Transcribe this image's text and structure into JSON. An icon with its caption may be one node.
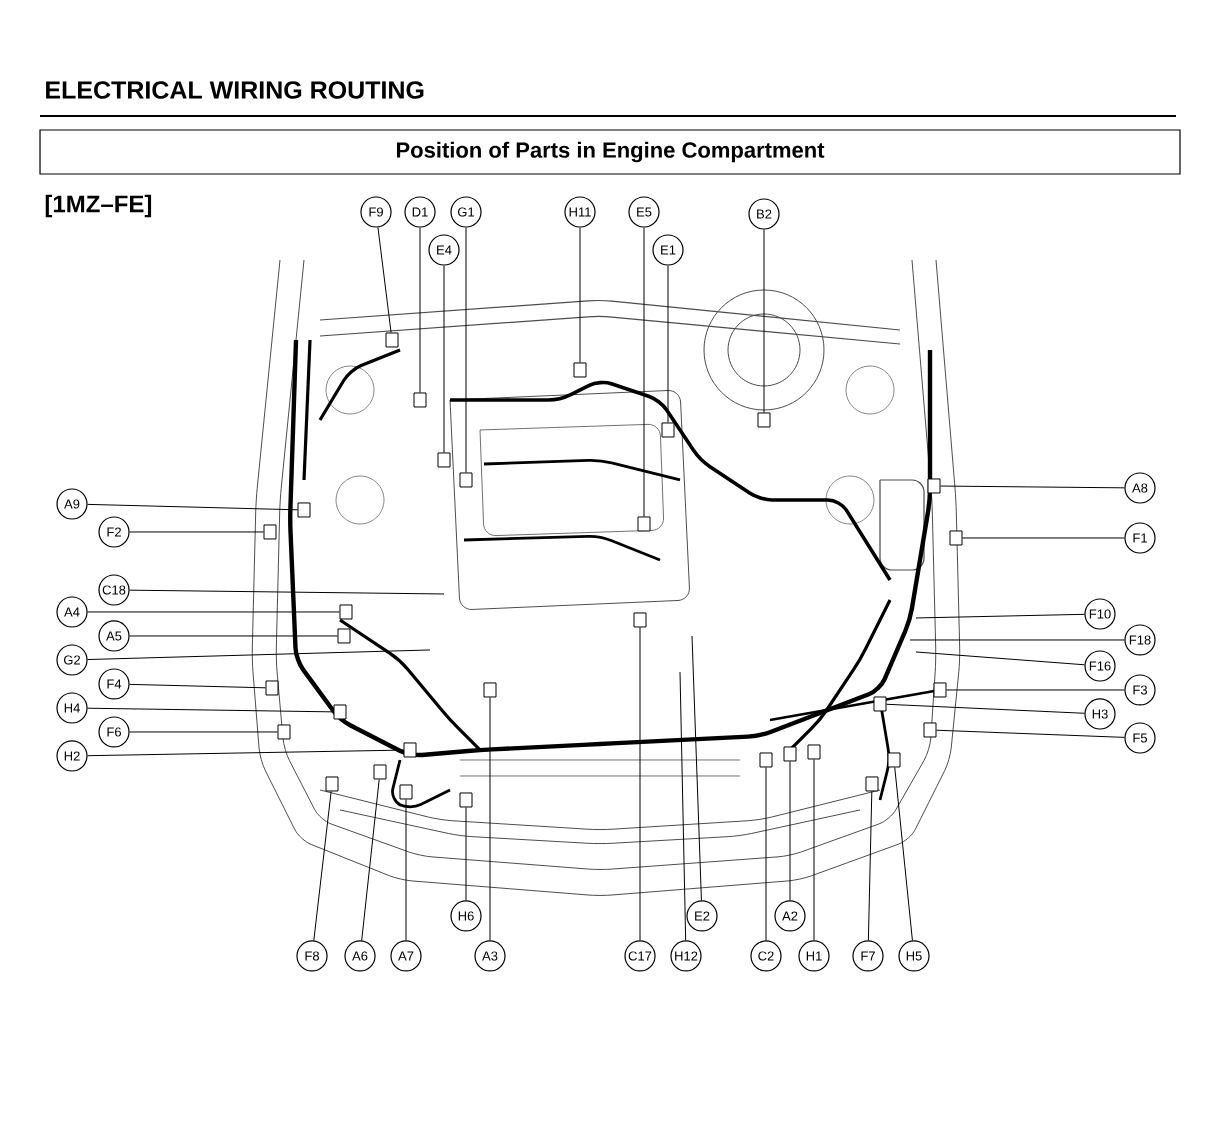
{
  "diagram": {
    "title": "ELECTRICAL WIRING ROUTING",
    "nodes": [
      {
        "text": [
          "Position of Parts in Engine Compartment"
        ]
      },
      {
        "text": [
          "F9"
        ]
      },
      {
        "text": [
          "D1"
        ]
      },
      {
        "text": [
          "G1"
        ]
      },
      {
        "text": [
          "E4"
        ]
      },
      {
        "text": [
          "H11"
        ]
      },
      {
        "text": [
          "E5"
        ]
      },
      {
        "text": [
          "E1"
        ]
      },
      {
        "text": [
          "B2"
        ]
      },
      {
        "text": [
          "A9"
        ]
      },
      {
        "text": [
          "F2"
        ]
      },
      {
        "text": [
          "C18"
        ]
      },
      {
        "text": [
          "A4"
        ]
      },
      {
        "text": [
          "A5"
        ]
      },
      {
        "text": [
          "G2"
        ]
      },
      {
        "text": [
          "F4"
        ]
      },
      {
        "text": [
          "H4"
        ]
      },
      {
        "text": [
          "F6"
        ]
      },
      {
        "text": [
          "H2"
        ]
      },
      {
        "text": [
          "A8"
        ]
      },
      {
        "text": [
          "F1"
        ]
      },
      {
        "text": [
          "F10"
        ]
      },
      {
        "text": [
          "F18"
        ]
      },
      {
        "text": [
          "F16"
        ]
      },
      {
        "text": [
          "F3"
        ]
      },
      {
        "text": [
          "H3"
        ]
      },
      {
        "text": [
          "F5"
        ]
      },
      {
        "text": [
          "H6"
        ]
      },
      {
        "text": [
          "E2"
        ]
      },
      {
        "text": [
          "A2"
        ]
      },
      {
        "text": [
          "F8"
        ]
      },
      {
        "text": [
          "A6"
        ]
      },
      {
        "text": [
          "A7"
        ]
      },
      {
        "text": [
          "A3"
        ]
      },
      {
        "text": [
          "C17"
        ]
      },
      {
        "text": [
          "H12"
        ]
      },
      {
        "text": [
          "C2"
        ]
      },
      {
        "text": [
          "H1"
        ]
      },
      {
        "text": [
          "F7"
        ]
      },
      {
        "text": [
          "H5"
        ]
      },
      {
        "text": [],
        "shape": "box"
      },
      {
        "text": [],
        "shape": "box"
      },
      {
        "text": [],
        "shape": "box"
      },
      {
        "text": [],
        "shape": "box"
      },
      {
        "text": [],
        "shape": "box"
      },
      {
        "text": [],
        "shape": "box"
      },
      {
        "text": [],
        "shape": "box"
      },
      {
        "text": [],
        "shape": "box"
      },
      {
        "text": [],
        "shape": "box"
      },
      {
        "text": [],
        "shape": "box"
      },
      {
        "text": [],
        "shape": "box"
      },
      {
        "text": [],
        "shape": "box"
      },
      {
        "text": [],
        "shape": "box"
      },
      {
        "text": [],
        "shape": "box"
      },
      {
        "text": [],
        "shape": "box"
      },
      {
        "text": [],
        "shape": "box"
      },
      {
        "text": [],
        "shape": "box"
      },
      {
        "text": [],
        "shape": "box"
      },
      {
        "text": [],
        "shape": "box"
      },
      {
        "text": [],
        "shape": "box"
      },
      {
        "text": [],
        "shape": "box"
      },
      {
        "text": [],
        "shape": "box"
      },
      {
        "text": [],
        "shape": "box"
      },
      {
        "text": [],
        "shape": "box"
      },
      {
        "text": [],
        "shape": "box"
      },
      {
        "text": [],
        "shape": "box"
      },
      {
        "text": [],
        "shape": "box"
      },
      {
        "text": [],
        "shape": "box"
      },
      {
        "text": [],
        "shape": "box"
      },
      {
        "text": [],
        "shape": "box"
      },
      {
        "text": [],
        "shape": "box"
      },
      {
        "text": [],
        "shape": "box"
      }
    ],
    "edges": [
      {
        "from": 1,
        "to": 40,
        "arrow": "none"
      },
      {
        "from": 2,
        "to": 41,
        "arrow": "none"
      },
      {
        "from": 3,
        "to": 42,
        "arrow": "none"
      },
      {
        "from": 4,
        "to": 43,
        "arrow": "none"
      },
      {
        "from": 5,
        "to": 44,
        "arrow": "none"
      },
      {
        "from": 6,
        "to": 45,
        "arrow": "none"
      },
      {
        "from": 7,
        "to": 46,
        "arrow": "none"
      },
      {
        "from": 8,
        "to": 47,
        "arrow": "none"
      },
      {
        "from": 9,
        "to": 48,
        "arrow": "none"
      },
      {
        "from": 10,
        "to": 49,
        "arrow": "none"
      },
      {
        "from": 11,
        "to": null,
        "arrow": "none"
      },
      {
        "from": 12,
        "to": 50,
        "arrow": "none"
      },
      {
        "from": 13,
        "to": 51,
        "arrow": "none"
      },
      {
        "from": 14,
        "to": null,
        "arrow": "none"
      },
      {
        "from": 15,
        "to": 52,
        "arrow": "none"
      },
      {
        "from": 16,
        "to": 53,
        "arrow": "none"
      },
      {
        "from": 17,
        "to": 54,
        "arrow": "none"
      },
      {
        "from": 18,
        "to": 55,
        "arrow": "none"
      },
      {
        "from": 19,
        "to": 56,
        "arrow": "none"
      },
      {
        "from": 20,
        "to": 57,
        "arrow": "none"
      },
      {
        "from": 21,
        "to": null,
        "arrow": "none"
      },
      {
        "from": 22,
        "to": null,
        "arrow": "none"
      },
      {
        "from": 23,
        "to": null,
        "arrow": "none"
      },
      {
        "from": 24,
        "to": 58,
        "arrow": "none"
      },
      {
        "from": 25,
        "to": 59,
        "arrow": "none"
      },
      {
        "from": 26,
        "to": 60,
        "arrow": "none"
      },
      {
        "from": 27,
        "to": 61,
        "arrow": "none"
      },
      {
        "from": 28,
        "to": null,
        "arrow": "none"
      },
      {
        "from": 29,
        "to": 62,
        "arrow": "none"
      },
      {
        "from": 30,
        "to": 63,
        "arrow": "none"
      },
      {
        "from": 31,
        "to": 64,
        "arrow": "none"
      },
      {
        "from": 32,
        "to": 65,
        "arrow": "none"
      },
      {
        "from": 33,
        "to": 66,
        "arrow": "none"
      },
      {
        "from": 34,
        "to": 67,
        "arrow": "none"
      },
      {
        "from": 35,
        "to": null,
        "arrow": "none"
      },
      {
        "from": 36,
        "to": 68,
        "arrow": "none"
      },
      {
        "from": 37,
        "to": 69,
        "arrow": "none"
      },
      {
        "from": 38,
        "to": 70,
        "arrow": "none"
      },
      {
        "from": 39,
        "to": 71,
        "arrow": "none"
      }
    ],
    "labels": [
      "[1MZ–FE]"
    ]
  }
}
